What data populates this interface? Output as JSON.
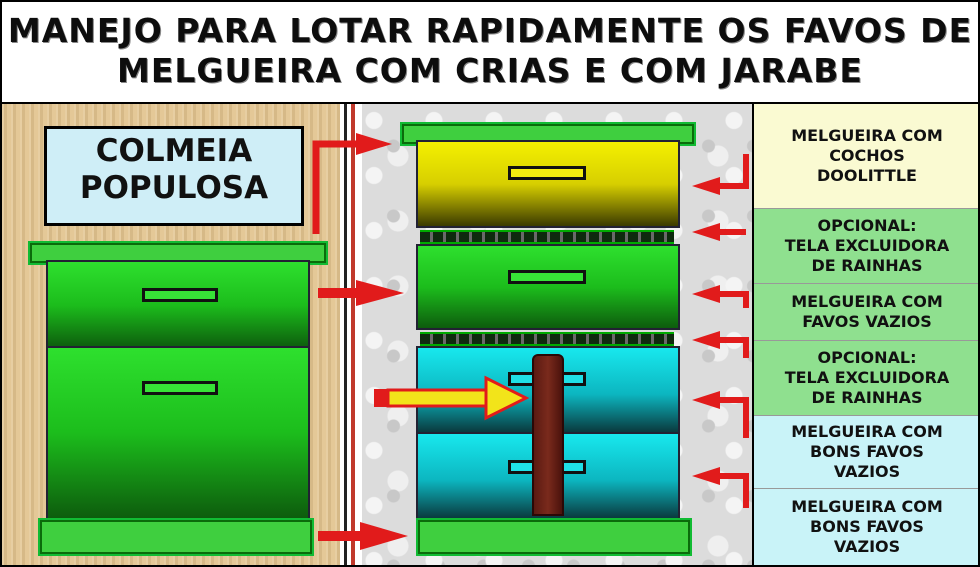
{
  "title": {
    "line1": "MANEJO PARA LOTAR RAPIDAMENTE OS FAVOS DE",
    "line2": "MELGUEIRA COM CRIAS E COM JARABE"
  },
  "left_hive": {
    "label_line1": "COLMEIA",
    "label_line2": "POPULOSA"
  },
  "labels": [
    {
      "lines": [
        "MELGUEIRA COM",
        "COCHOS",
        "DOOLITTLE"
      ],
      "color": "#fafad2"
    },
    {
      "lines": [
        "OPCIONAL:",
        "TELA EXCLUIDORA",
        "DE RAINHAS"
      ],
      "color": "#8fe08f"
    },
    {
      "lines": [
        "MELGUEIRA COM",
        "FAVOS VAZIOS"
      ],
      "color": "#8fe08f"
    },
    {
      "lines": [
        "OPCIONAL:",
        "TELA EXCLUIDORA",
        "DE RAINHAS"
      ],
      "color": "#8fe08f"
    },
    {
      "lines": [
        "MELGUEIRA COM",
        "BONS FAVOS",
        "VAZIOS"
      ],
      "color": "#c9f3f8"
    },
    {
      "lines": [
        "MELGUEIRA COM",
        "BONS FAVOS",
        "VAZIOS"
      ],
      "color": "#c9f3f8"
    }
  ],
  "colors": {
    "arrow_red": "#e11b1b",
    "arrow_yellow": "#f2e41a",
    "green_box": "#1cbd1c",
    "yellow_box": "#d7cf00",
    "cyan_box": "#0cb6c0",
    "wood_bg": "#e2c38e"
  }
}
